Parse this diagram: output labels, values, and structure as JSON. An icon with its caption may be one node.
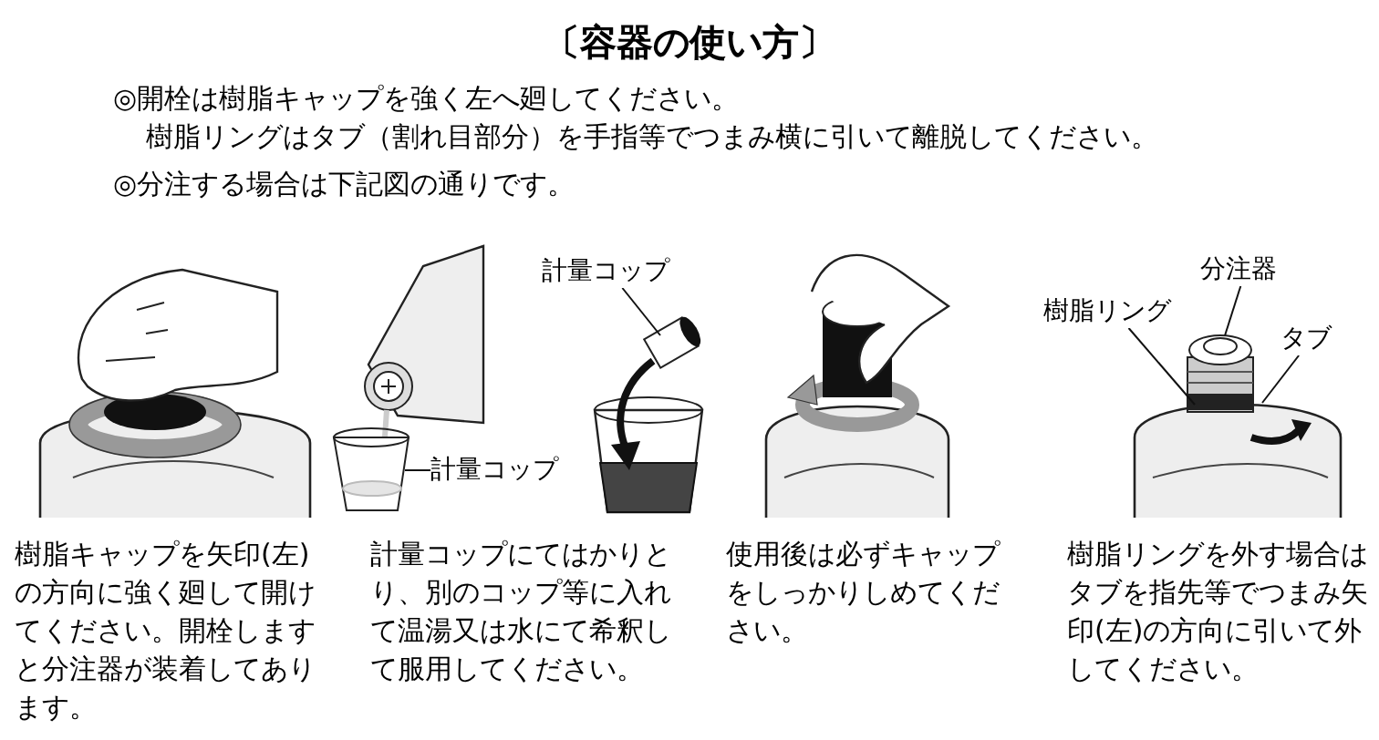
{
  "diagram": {
    "title": "〔容器の使い方〕",
    "nodes": [
      {
        "text": [
          "計量コップ"
        ]
      },
      {
        "text": [
          "計量コップ"
        ]
      },
      {
        "text": [
          "樹脂リング"
        ]
      },
      {
        "text": [
          "分注器"
        ]
      },
      {
        "text": [
          "タブ"
        ]
      },
      {
        "text": [],
        "shape": "picture"
      }
    ],
    "edges": [
      {
        "from": 0,
        "to": null,
        "arrow": "none"
      },
      {
        "from": 1,
        "to": null,
        "arrow": "none"
      },
      {
        "from": 2,
        "to": null,
        "arrow": "none"
      },
      {
        "from": 3,
        "to": 5,
        "arrow": "none"
      },
      {
        "from": 4,
        "to": null,
        "arrow": "none"
      }
    ],
    "labels": [
      "◎開栓は樹脂キャップを強く左へ廻してください。",
      "樹脂リングはタブ（割れ目部分）を手指等でつまみ横に引いて離脱してください。",
      "◎分注する場合は下記図の通りです。",
      "樹脂キャップを矢印(左)の方向に強く廻して開けてください。開栓しますと分注器が装着してあります。",
      "計量コップにてはかりとり、別のコップ等に入れて温湯又は水にて希釈して服用してください。",
      "使用後は必ずキャップをしっかりしめてください。",
      "樹脂リングを外す場合はタブを指先等でつまみ矢印(左)の方向に引いて外してください。"
    ]
  }
}
